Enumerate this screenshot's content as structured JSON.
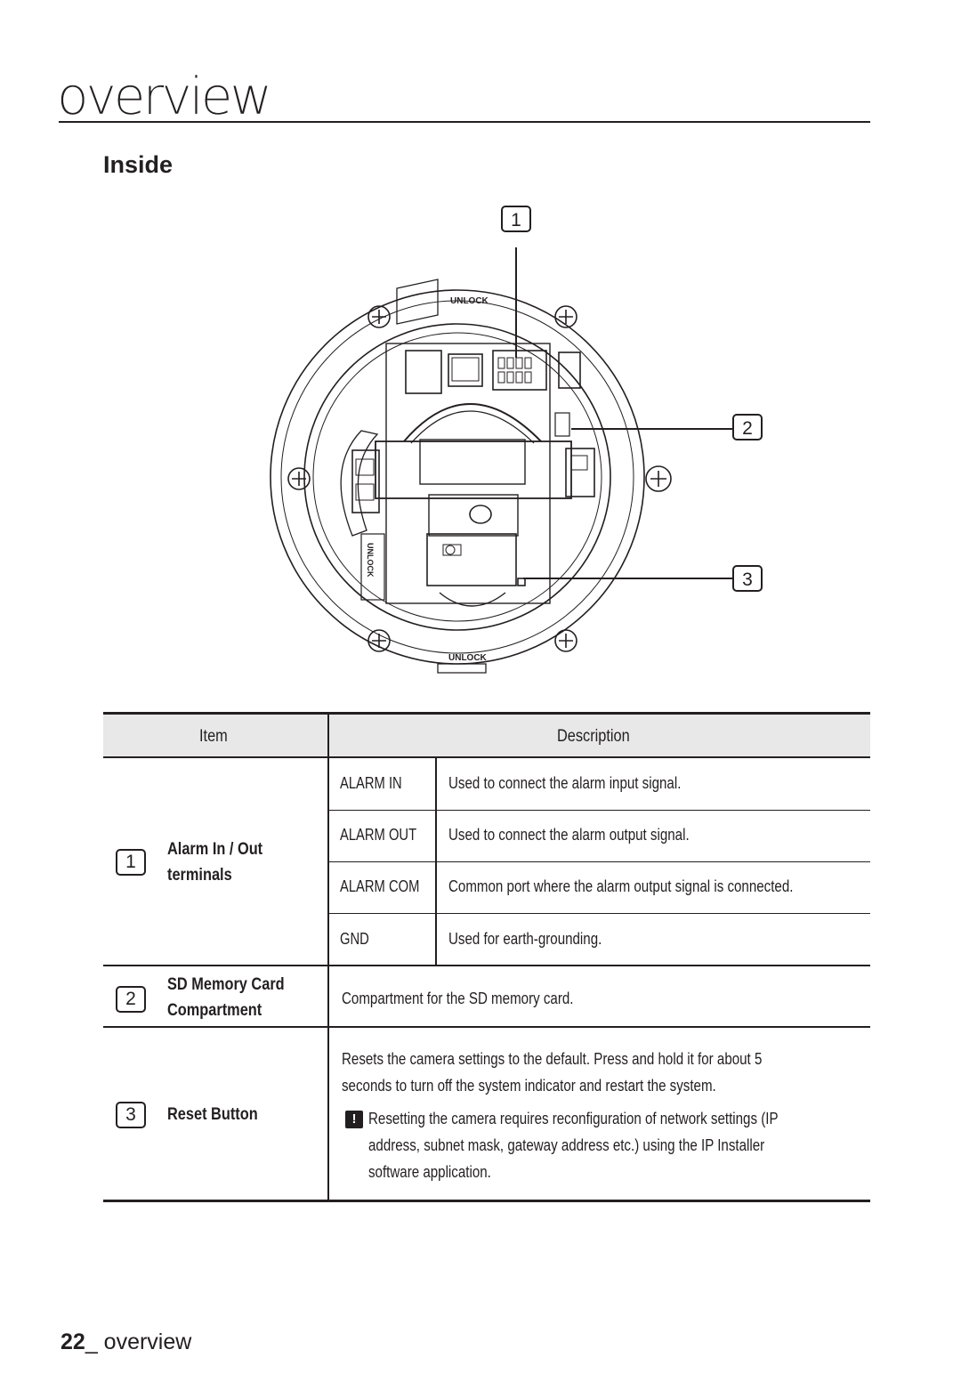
{
  "header": {
    "title": "overview"
  },
  "section": {
    "title": "Inside"
  },
  "diagram": {
    "callouts": [
      "1",
      "2",
      "3"
    ],
    "unlock_top": "UNLOCK",
    "unlock_bottom": "UNLOCK",
    "unlock_side": "UNLOCK"
  },
  "table": {
    "columns": [
      "Item",
      "Description"
    ],
    "rows": [
      {
        "num": "1",
        "name_line1": "Alarm In / Out",
        "name_line2": "terminals",
        "subrows": [
          {
            "label": "ALARM IN",
            "desc": "Used to connect the alarm input signal."
          },
          {
            "label": "ALARM OUT",
            "desc": "Used to connect the alarm output signal."
          },
          {
            "label": "ALARM COM",
            "desc": "Common port where the alarm output signal is connected."
          },
          {
            "label": "GND",
            "desc": "Used for earth-grounding."
          }
        ]
      },
      {
        "num": "2",
        "name_line1": "SD Memory Card",
        "name_line2": "Compartment",
        "desc": "Compartment for the SD memory card."
      },
      {
        "num": "3",
        "name_line1": "Reset Button",
        "desc_line1": "Resets the camera settings to the default. Press and hold it for about 5",
        "desc_line2": "seconds to turn off the system indicator and restart the system.",
        "note_icon": "!",
        "note_line1": "Resetting the camera requires reconfiguration of network settings (IP",
        "note_line2": "address, subnet mask, gateway address etc.) using the IP Installer",
        "note_line3": "software application."
      }
    ]
  },
  "footer": {
    "page_number": "22",
    "section": "_ overview"
  }
}
